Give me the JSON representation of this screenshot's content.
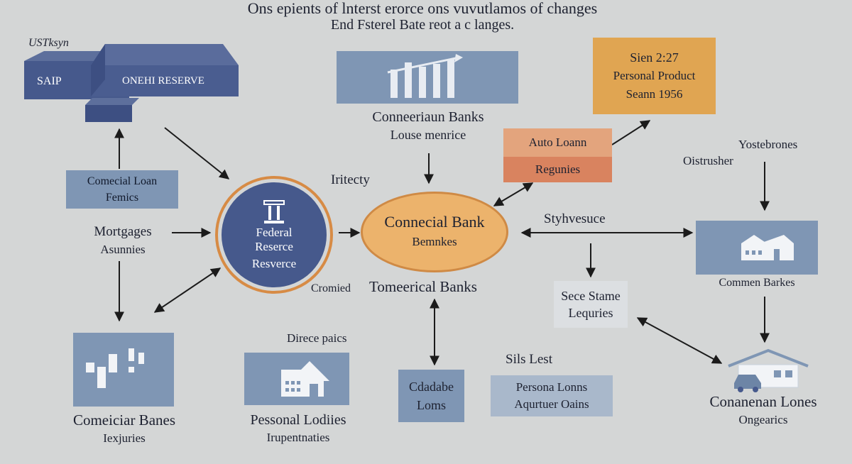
{
  "header": {
    "line1": "Ons epients of lnterst erorce ons vuvutlamos of changes",
    "line2": "End Fsterel Bate reot a c langes."
  },
  "top_left": {
    "tag": "USTksyn",
    "block_left_label": "SAIP",
    "block_right_label": "ONEHI RESERVE"
  },
  "chart_card": {
    "title": "Conneeriaun Banks",
    "subtitle": "Louse menrice"
  },
  "left_column": {
    "loan_box_line1": "Comecial Loan",
    "loan_box_line2": "Femics",
    "mortgages_line1": "Mortgages",
    "mortgages_line2": "Asunnies",
    "bottom_title": "Comeiciar Banes",
    "bottom_subtitle": "Iexjuries"
  },
  "federal_reserve": {
    "line1": "Federal",
    "line2": "Reserce",
    "line3": "Resverce"
  },
  "center": {
    "intercity": "Iritecty",
    "cromied": "Cromied",
    "bank_ellipse_line1": "Connecial Bank",
    "bank_ellipse_line2": "Bemnkes",
    "tomeerical": "Tomeerical Banks",
    "direce": "Direce paics",
    "personal_title": "Pessonal Lodiies",
    "personal_subtitle": "Irupentnaties",
    "cdadabe_line1": "Cdadabe",
    "cdadabe_line2": "Loms"
  },
  "right": {
    "sien_line1": "Sien 2:27",
    "sien_line2": "Personal Product",
    "sien_line3": "Seann 1956",
    "auto_line1": "Auto Loann",
    "auto_line2": "Regunies",
    "yostebrones": "Yostebrones",
    "oistrusher": "Oistrusher",
    "styhvesuce": "Styhvesuce",
    "house_card_label": "Commen Barkes",
    "sece_line1": "Sece Stame",
    "sece_line2": "Lequries",
    "sils": "Sils Lest",
    "persona_line1": "Persona Lonns",
    "persona_line2": "Aqurtuer Oains",
    "conanenan_title": "Conanenan Lones",
    "conanenan_subtitle": "Ongearics"
  },
  "colors": {
    "background": "#d4d6d6",
    "navy": "#46598c",
    "slate_blue": "#7f96b4",
    "light_blue": "#a9b8cb",
    "orange": "#e0a552",
    "salmon": "#dc8a68",
    "ellipse_fill": "#ecb36c",
    "ring": "#d78b45"
  }
}
